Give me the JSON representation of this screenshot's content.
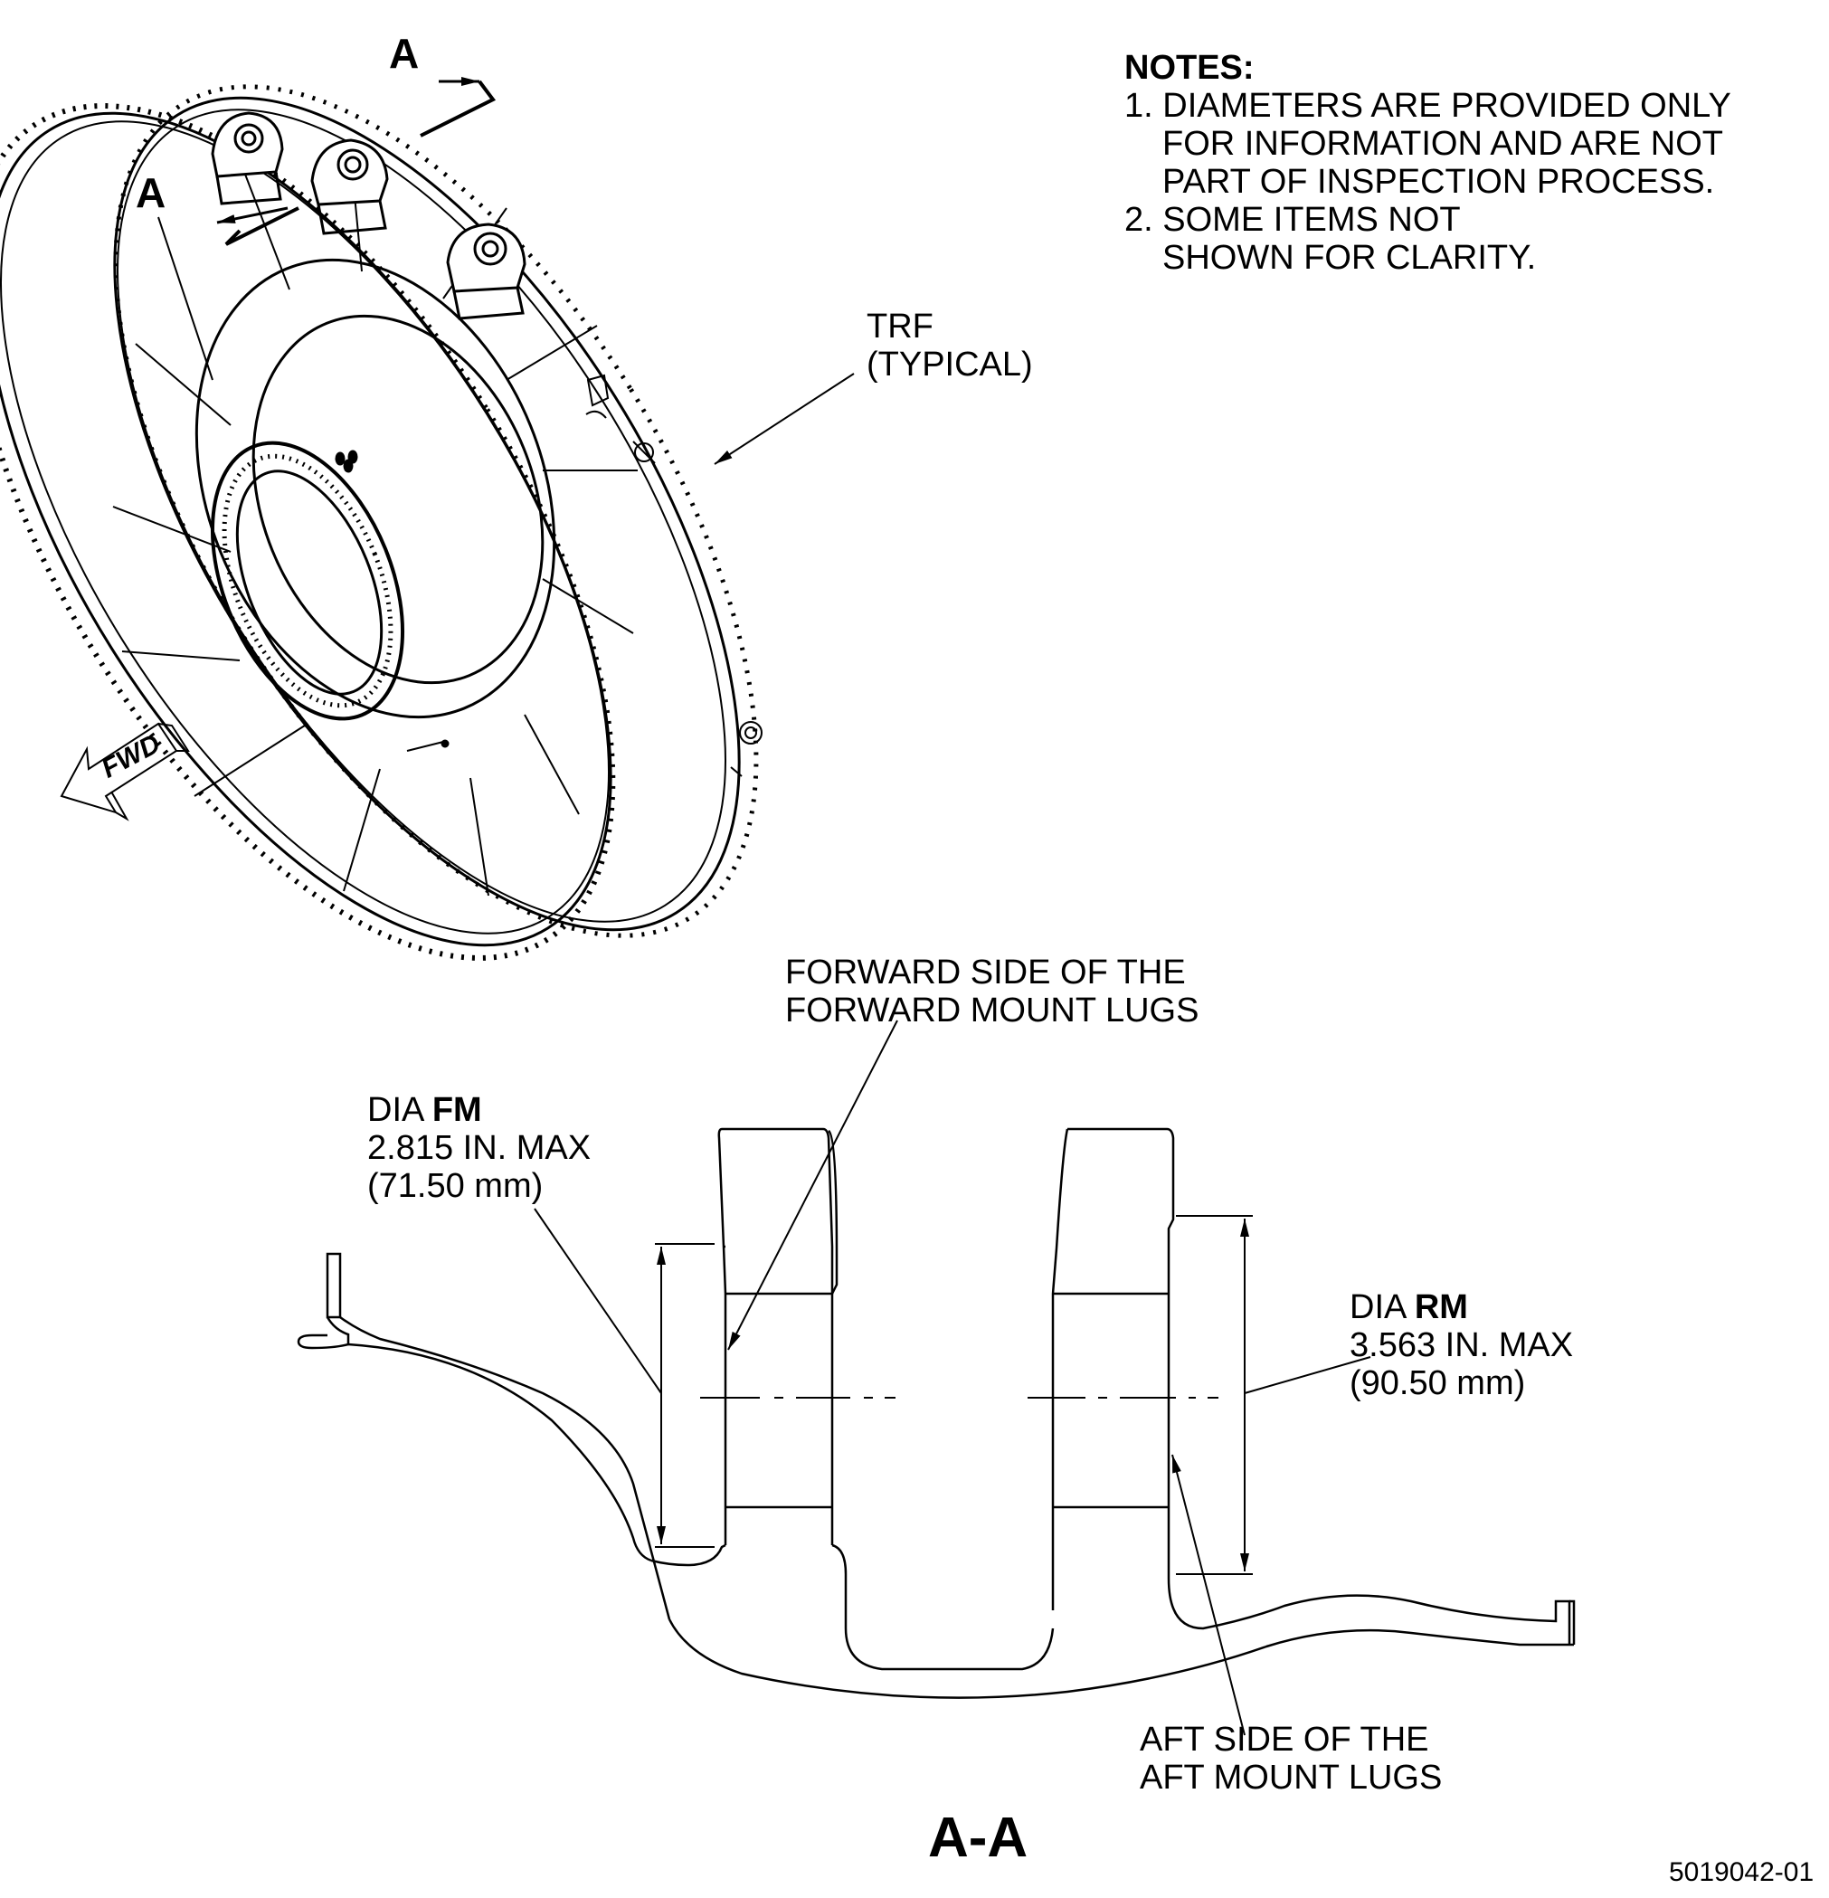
{
  "notes": {
    "heading": "NOTES:",
    "items": [
      {
        "number": "1.",
        "lines": [
          "DIAMETERS ARE PROVIDED ONLY",
          "FOR INFORMATION AND ARE NOT",
          "PART OF INSPECTION PROCESS."
        ]
      },
      {
        "number": "2.",
        "lines": [
          "SOME ITEMS NOT",
          "SHOWN FOR CLARITY."
        ]
      }
    ]
  },
  "isometric": {
    "section_marker_top": "A",
    "section_marker_left": "A",
    "part_label": [
      "TRF",
      "(TYPICAL)"
    ],
    "direction_arrow": "FWD"
  },
  "section_view": {
    "forward_callout": [
      "FORWARD SIDE OF THE",
      "FORWARD MOUNT LUGS"
    ],
    "aft_callout": [
      "AFT SIDE OF THE",
      "AFT MOUNT LUGS"
    ],
    "dia_fm": {
      "prefix": "DIA ",
      "code": "FM",
      "inch": "2.815 IN. MAX",
      "mm": "(71.50 mm)"
    },
    "dia_rm": {
      "prefix": "DIA ",
      "code": "RM",
      "inch": "3.563 IN. MAX",
      "mm": "(90.50 mm)"
    },
    "title": "A-A"
  },
  "figure_id": "5019042-01"
}
